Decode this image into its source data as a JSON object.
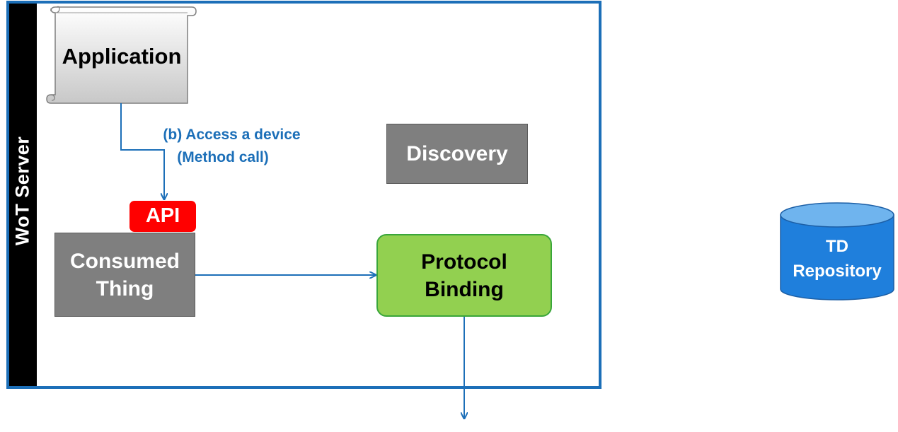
{
  "server": {
    "label": "WoT Server"
  },
  "application": {
    "label": "Application"
  },
  "discovery": {
    "label": "Discovery"
  },
  "api": {
    "label": "API"
  },
  "consumed_thing": {
    "label_line1": "Consumed",
    "label_line2": "Thing"
  },
  "protocol_binding": {
    "label_line1": "Protocol",
    "label_line2": "Binding"
  },
  "access_edge": {
    "label_line1": "(b) Access a device",
    "label_line2": "(Method call)"
  },
  "repository": {
    "label_line1": "TD",
    "label_line2": "Repository"
  },
  "colors": {
    "frame": "#1c6fb8",
    "gray_box": "#7f7f7f",
    "api": "#ff0000",
    "binding": "#92d050",
    "binding_border": "#3aa63a",
    "repository": "#1f7fdc",
    "repository_top": "#6fb4ee"
  }
}
